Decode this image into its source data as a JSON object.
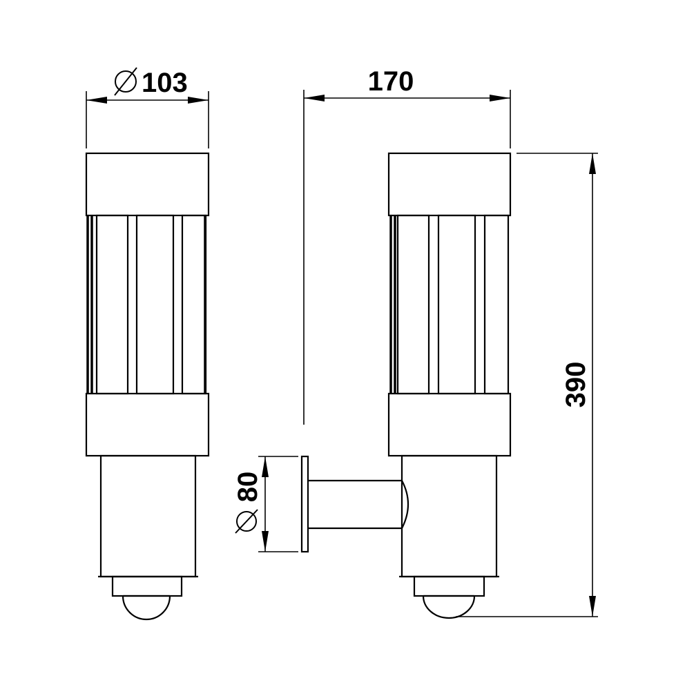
{
  "dimensions": {
    "front_diameter": {
      "symbol": "⌀",
      "value": "103"
    },
    "projection": {
      "value": "170"
    },
    "height": {
      "value": "390"
    },
    "mount_diameter": {
      "symbol": "⌀",
      "value": "80"
    }
  },
  "colors": {
    "line": "#000000",
    "background": "#ffffff"
  }
}
